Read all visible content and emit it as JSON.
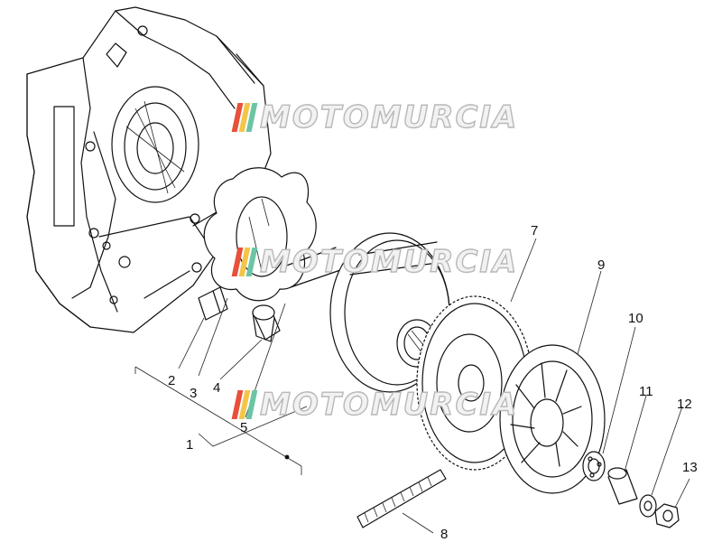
{
  "watermark": {
    "text": "MOTOMURCIA",
    "flag_colors": [
      "#e8503a",
      "#f3c64a",
      "#6cc4a4"
    ],
    "outline_color": "#b8b8b8"
  },
  "callouts": [
    {
      "id": "1",
      "label": "1"
    },
    {
      "id": "2",
      "label": "2"
    },
    {
      "id": "3",
      "label": "3"
    },
    {
      "id": "4",
      "label": "4"
    },
    {
      "id": "5",
      "label": "5"
    },
    {
      "id": "7",
      "label": "7"
    },
    {
      "id": "8",
      "label": "8"
    },
    {
      "id": "9",
      "label": "9"
    },
    {
      "id": "10",
      "label": "10"
    },
    {
      "id": "11",
      "label": "11"
    },
    {
      "id": "12",
      "label": "12"
    },
    {
      "id": "13",
      "label": "13"
    }
  ]
}
